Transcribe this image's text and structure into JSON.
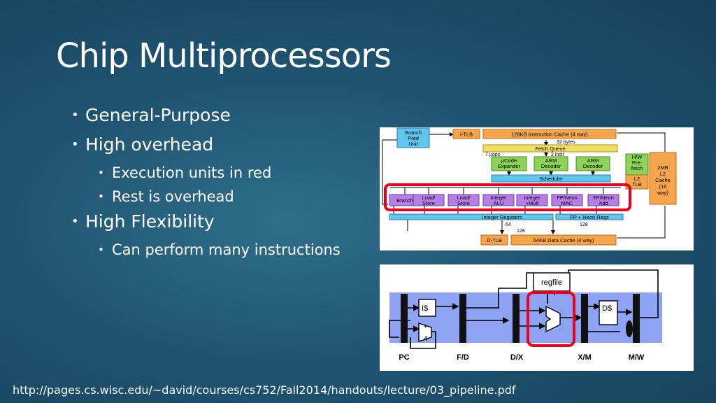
{
  "slide": {
    "title": "Chip Multiprocessors",
    "bullets": [
      {
        "text": "General-Purpose",
        "level": 1
      },
      {
        "text": "High overhead",
        "level": 1
      },
      {
        "text": "Execution units in red",
        "level": 2
      },
      {
        "text": "Rest is overhead",
        "level": 2
      },
      {
        "text": "High Flexibility",
        "level": 1
      },
      {
        "text": "Can perform many instructions",
        "level": 2
      }
    ],
    "footer": "http://pages.cs.wisc.edu/~david/courses/cs752/Fall2014/handouts/lecture/03_pipeline.pdf"
  },
  "arch_diagram": {
    "branch_pred": "Branch Pred Unit",
    "itlb": "I-TLB",
    "icache": "128KB Instruction Cache (4 way)",
    "bytes32": "32 bytes",
    "fetch_queue": "Fetch Queue",
    "uops7": "7 µops",
    "instr2": "2 instr",
    "ucode": "µCode Expander",
    "arm_dec1": "ARM Decoder",
    "arm_dec2": "ARM Decoder",
    "hw_prefetch": "H/W Pre-fetch",
    "l2tlb": "L2 TLB",
    "l2cache": "2MB L2 Cache (16 way)",
    "scheduler": "Scheduler",
    "exec_units": [
      "Branch",
      "Load/ Store",
      "Load/ Store",
      "Integer ALU",
      "Integer +Mult",
      "FP/Neon MAC",
      "FP/Neon Add"
    ],
    "int_regs": "Integer Registers",
    "fp_regs": "FP + Neon Regs",
    "n64": "64",
    "n128a": "128",
    "n128b": "128",
    "dtlb": "D-TLB",
    "dcache": "64KB Data Cache (4 way)",
    "colors": {
      "cyan": "#5fc6ee",
      "orange": "#f7a54a",
      "green": "#8dd35a",
      "yellow": "#f2de63",
      "purple": "#b77ee8",
      "red": "#e8001c"
    }
  },
  "pipe_diagram": {
    "regfile": "regfile",
    "icache": "I$",
    "dcache": "D$",
    "plus": "+",
    "four": "4",
    "stages": [
      "PC",
      "F/D",
      "D/X",
      "X/M",
      "M/W"
    ],
    "colors": {
      "band": "#8fa3f4",
      "latch": "#111111",
      "red": "#e8001c"
    }
  }
}
